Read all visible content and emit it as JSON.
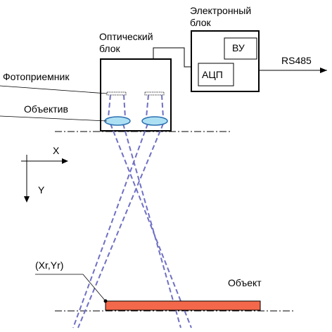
{
  "electronic_block": {
    "line1": "Электронный",
    "line2": "блок"
  },
  "optical_block": {
    "line1": "Оптический",
    "line2": "блок"
  },
  "vu": "ВУ",
  "adc": "АЦП",
  "interface": "RS485",
  "photodetector": "Фотоприемник",
  "lens": "Объектив",
  "axis_x": "X",
  "axis_y": "Y",
  "point": "(Xr,Yr)",
  "object": "Объект",
  "colors": {
    "lens": "#aee0f3",
    "object": "#f3684a",
    "beam": "#6f70c4",
    "lens_edge": "#2a6fb0"
  }
}
